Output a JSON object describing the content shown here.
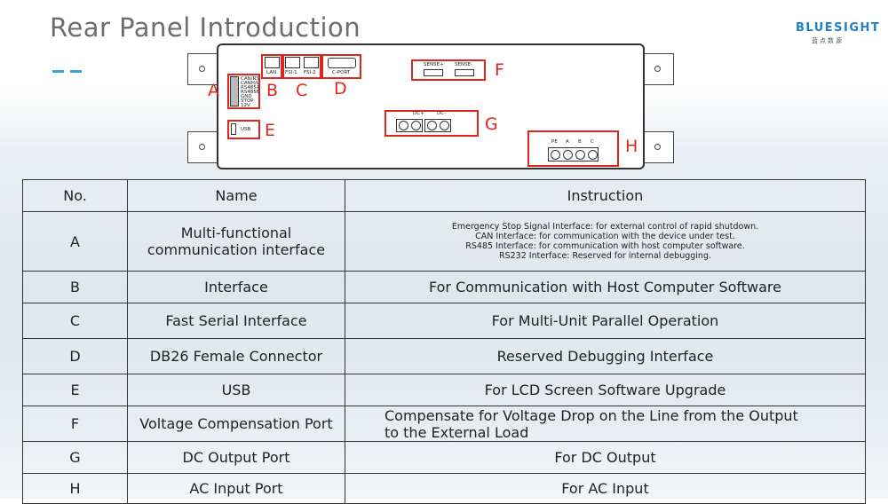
{
  "header": {
    "title": "Rear Panel Introduction",
    "logo": {
      "name": "BLUESIGHT",
      "sub": "蓝点数源"
    },
    "accent_color": "#36a3dc"
  },
  "diagram": {
    "marker_color": "#e0261a",
    "callouts": {
      "A": "A",
      "B": "B",
      "C": "C",
      "D": "D",
      "E": "E",
      "F": "F",
      "G": "G",
      "H": "H"
    },
    "port_labels": {
      "lan": "LAN",
      "fsi1": "FSI-1",
      "fsi2": "FSI-2",
      "cport": "C-PORT",
      "usb": "USB",
      "sense_plus": "SENSE+",
      "sense_minus": "SENSE-",
      "dc_plus": "DC+",
      "dc_minus": "DC-",
      "pe": "PE",
      "a": "A",
      "b": "B",
      "c": "C",
      "a_pins": [
        "CAN/RS",
        "CANH/L",
        "RS485A",
        "RS485B",
        "GND",
        "STOP",
        "12V"
      ]
    }
  },
  "table": {
    "headers": {
      "no": "No.",
      "name": "Name",
      "instruction": "Instruction"
    },
    "rows": [
      {
        "no": "A",
        "name": "Multi-functional communication interface",
        "instruction_lines": [
          "Emergency Stop Signal Interface: for external control of rapid shutdown.",
          "CAN Interface: for communication with the device under test.",
          "RS485 Interface: for communication with host computer software.",
          "RS232 Interface: Reserved for internal debugging."
        ]
      },
      {
        "no": "B",
        "name": "Interface",
        "instruction": "For Communication with Host Computer Software"
      },
      {
        "no": "C",
        "name": "Fast Serial Interface",
        "instruction": "For Multi-Unit Parallel Operation"
      },
      {
        "no": "D",
        "name": "DB26 Female Connector",
        "instruction": "Reserved Debugging Interface"
      },
      {
        "no": "E",
        "name": "USB",
        "instruction": "For LCD Screen Software Upgrade"
      },
      {
        "no": "F",
        "name": "Voltage Compensation Port",
        "instruction": "Compensate for Voltage Drop on the Line from the Output to the External Load"
      },
      {
        "no": "G",
        "name": "DC Output Port",
        "instruction": "For DC Output"
      },
      {
        "no": "H",
        "name": "AC Input Port",
        "instruction": "For AC Input"
      }
    ]
  }
}
